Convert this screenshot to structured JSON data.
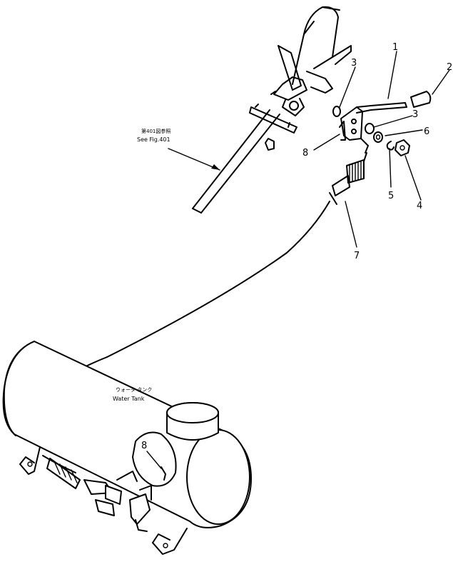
{
  "labels": {
    "fig_ref_jp": "第401図参照",
    "fig_ref_en": "See Fig.401",
    "tank_jp": "ウォータ タンク",
    "tank_en": "Water Tank"
  },
  "callouts": {
    "c1": "1",
    "c2": "2",
    "c3a": "3",
    "c3b": "3",
    "c4": "4",
    "c5": "5",
    "c6": "6",
    "c7": "7",
    "c8a": "8",
    "c8b": "8"
  }
}
